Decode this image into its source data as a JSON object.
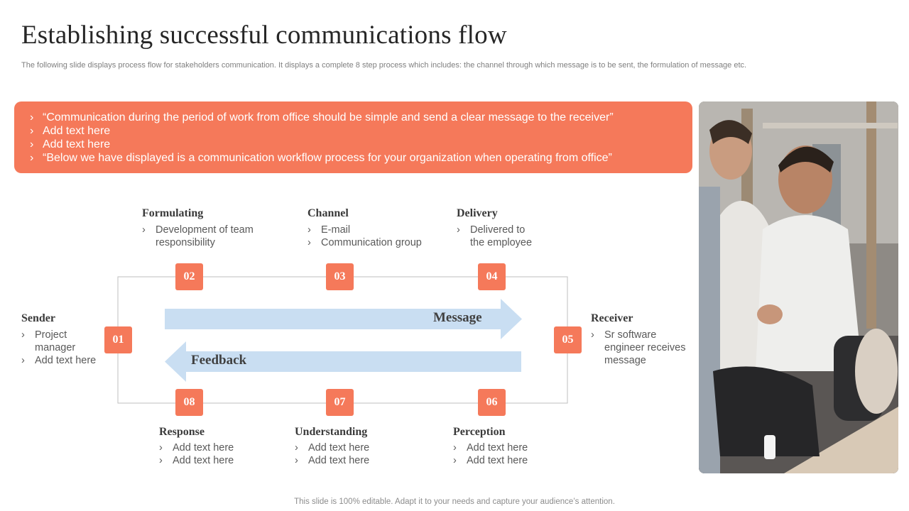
{
  "title": "Establishing successful communications flow",
  "subtitle": "The following slide displays process flow for stakeholders communication. It displays a complete 8 step process which includes: the channel through which message is to be sent, the formulation of message etc.",
  "banner": {
    "bullets": [
      "“Communication during the period of work from office should be simple and send a clear message to the receiver”",
      "Add text here",
      "Add text here",
      "“Below we have displayed is a communication workflow process for your organization when operating from office”"
    ]
  },
  "bullet_glyph": "›",
  "arrows": {
    "message": "Message",
    "feedback": "Feedback"
  },
  "steps": [
    {
      "num": "01",
      "label": "Sender",
      "items": [
        "Project manager",
        "Add text here"
      ]
    },
    {
      "num": "02",
      "label": "Formulating",
      "items": [
        "Development of team responsibility"
      ]
    },
    {
      "num": "03",
      "label": "Channel",
      "items": [
        "E-mail",
        "Communication group"
      ]
    },
    {
      "num": "04",
      "label": "Delivery",
      "items": [
        "Delivered to the employee"
      ]
    },
    {
      "num": "05",
      "label": "Receiver",
      "items": [
        "Sr software engineer receives message"
      ]
    },
    {
      "num": "06",
      "label": "Perception",
      "items": [
        "Add text here",
        "Add text here"
      ]
    },
    {
      "num": "07",
      "label": "Understanding",
      "items": [
        "Add text here",
        "Add text here"
      ]
    },
    {
      "num": "08",
      "label": "Response",
      "items": [
        "Add text here",
        "Add text here"
      ]
    }
  ],
  "footer": "This slide is 100% editable. Adapt it to your needs and capture your audience’s attention.",
  "colors": {
    "accent": "#f5795a",
    "arrow": "#c9def2",
    "frame": "#bfbfbf"
  }
}
